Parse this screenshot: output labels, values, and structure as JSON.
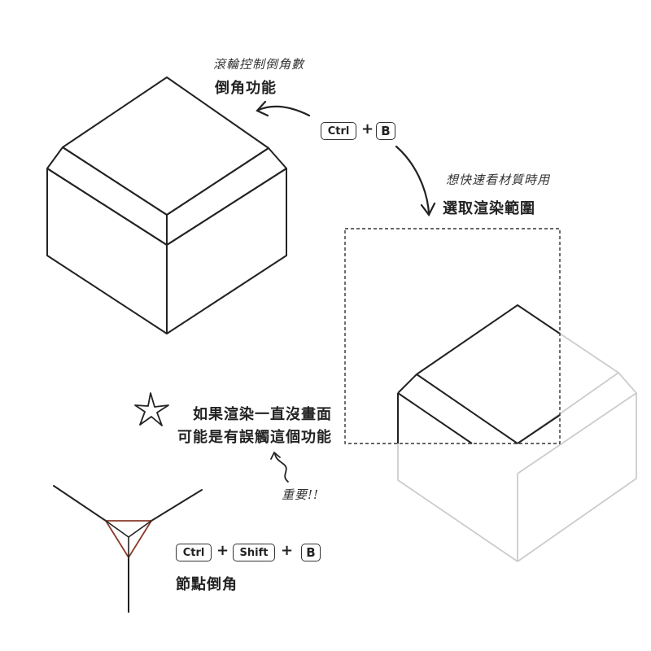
{
  "annotations": {
    "top_hint": "滾輪控制倒角數",
    "top_title": "倒角功能",
    "right_hint": "想快速看材質時用",
    "right_title": "選取渲染範圍",
    "warning_line1": "如果渲染一直沒畫面",
    "warning_line2": "可能是有誤觸這個功能",
    "important": "重要!!",
    "vertex_title": "節點倒角"
  },
  "shortcut_bevel": {
    "key1": "Ctrl",
    "plus": "+",
    "key2": "B"
  },
  "shortcut_vertex_bevel": {
    "key1": "Ctrl",
    "plus1": "+",
    "key2": "Shift",
    "plus2": "+",
    "key3": "B"
  },
  "colors": {
    "line": "#222222",
    "faded_line": "#cccccc",
    "selection_border": "#333333",
    "bevel_triangle": "#8b3a2a"
  },
  "icons": [
    "star-icon",
    "curved-arrow-icon",
    "squiggle-arrow-icon"
  ]
}
